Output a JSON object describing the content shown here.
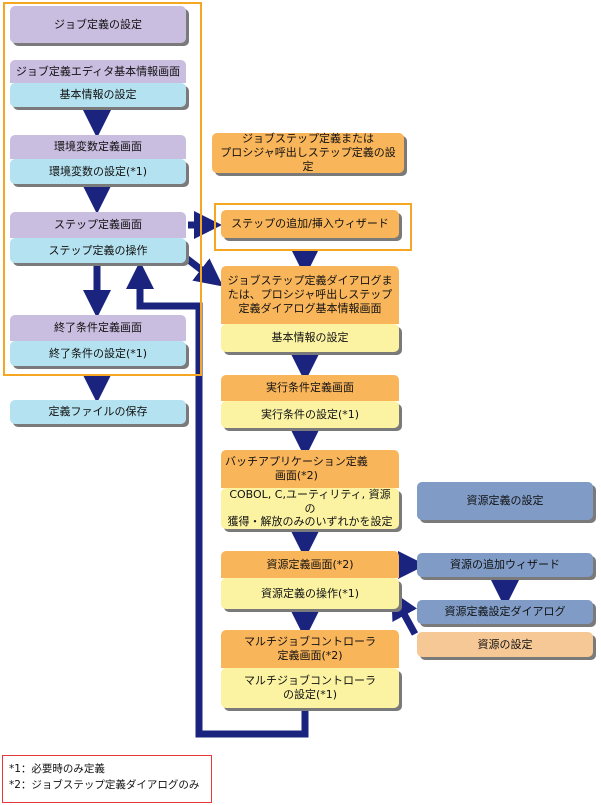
{
  "left": {
    "job_settings": "ジョブ定義の設定",
    "editor_screen": "ジョブ定義エディタ基本情報画面",
    "basic_info": "基本情報の設定",
    "env_screen": "環境変数定義画面",
    "env_setting": "環境変数の設定(*1)",
    "step_screen": "ステップ定義画面",
    "step_operation": "ステップ定義の操作",
    "end_screen": "終了条件定義画面",
    "end_setting": "終了条件の設定(*1)",
    "save_file": "定義ファイルの保存"
  },
  "middle": {
    "jobstep_or_proc": "ジョブステップ定義または\nプロシジャ呼出しステップ定義の設定",
    "add_wizard": "ステップの追加/挿入ウィザード",
    "dialog_basic": "ジョブステップ定義ダイアログま\nたは、プロシジャ呼出しステップ\n定義ダイアログ基本情報画面",
    "basic_info": "基本情報の設定",
    "exec_screen": "実行条件定義画面",
    "exec_setting": "実行条件の設定(*1)",
    "batch_screen": "バッチアプリケーション定義\n画面(*2)",
    "cobol_setting": "COBOL, C,ユーティリティ, 資源の\n獲得・解放のみのいずれかを設定",
    "resource_screen": "資源定義画面(*2)",
    "resource_operation": "資源定義の操作(*1)",
    "multi_screen": "マルチジョブコントローラ\n定義画面(*2)",
    "multi_setting": "マルチジョブコントローラ\nの設定(*1)"
  },
  "right": {
    "resource_settings": "資源定義の設定",
    "resource_add_wizard": "資源の追加ウィザード",
    "resource_dialog": "資源定義設定ダイアログ",
    "resource_set": "資源の設定"
  },
  "legend": {
    "note1": "*1：必要時のみ定義",
    "note2": "*2：ジョブステップ定義ダイアログのみ"
  },
  "colors": {
    "arrow": "#1a237e",
    "frame": "#f5a623",
    "legend_border": "#e53935"
  }
}
